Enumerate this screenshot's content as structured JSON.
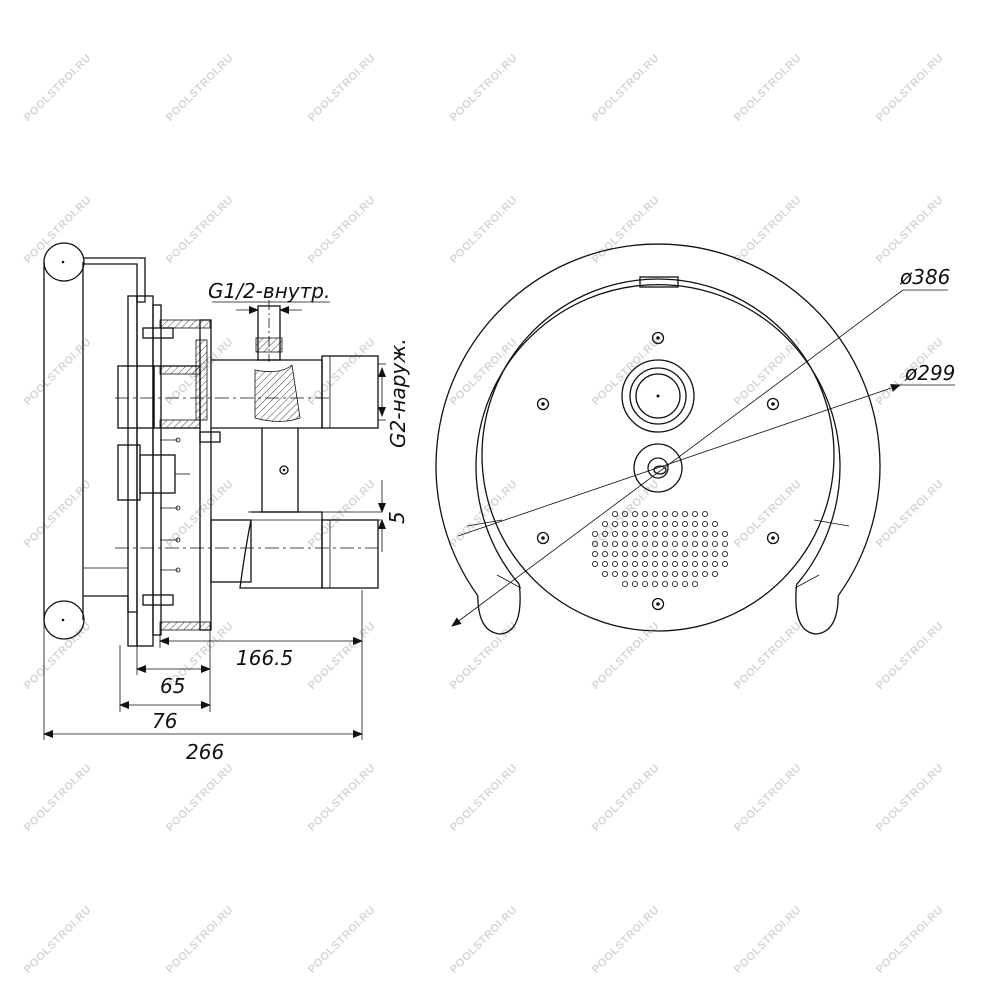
{
  "watermark": "POOLSTROI.RU",
  "side_view": {
    "thread_inner_label": "G1/2-внутр.",
    "thread_outer_label": "G2-наруж.",
    "dim_gap": "5",
    "dim_depth_flange": "166.5",
    "dim_depth_inner": "65",
    "dim_depth_body": "76",
    "dim_total": "266"
  },
  "front_view": {
    "dia_outer": "ø386",
    "dia_inner": "ø299"
  }
}
